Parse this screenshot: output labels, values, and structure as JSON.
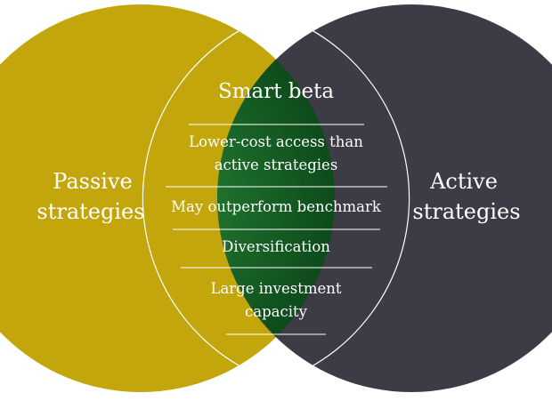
{
  "colors": {
    "passive": "#c3a60b",
    "active": "#3d3c46",
    "overlap_center": "#2a8a38",
    "overlap_edge": "#0b4419",
    "outline": "#ffffff",
    "text": "#ffffff"
  },
  "left_circle": {
    "label_lines": [
      "Passive",
      "strategies"
    ]
  },
  "right_circle": {
    "label_lines": [
      "Active",
      "strategies"
    ]
  },
  "overlap": {
    "title": "Smart beta",
    "items": [
      {
        "lines": [
          "Lower-cost access than",
          "active strategies"
        ]
      },
      {
        "lines": [
          "May outperform benchmark"
        ]
      },
      {
        "lines": [
          "Diversification"
        ]
      },
      {
        "lines": [
          "Large investment",
          "capacity"
        ]
      }
    ]
  }
}
